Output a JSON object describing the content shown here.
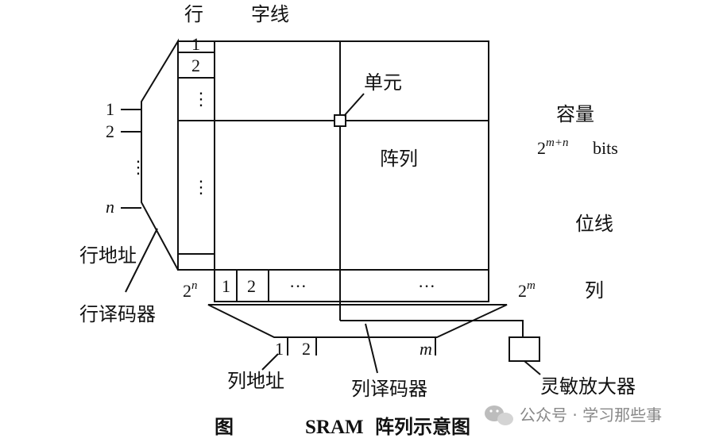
{
  "labels": {
    "row": "行",
    "word_line": "字线",
    "cell": "单元",
    "capacity": "容量",
    "capacity_base": "2",
    "capacity_exp": "m+n",
    "capacity_unit": "bits",
    "array": "阵列",
    "bit_line": "位线",
    "column": "列",
    "row_address": "行地址",
    "row_decoder": "行译码器",
    "col_address": "列地址",
    "col_decoder": "列译码器",
    "sense_amp": "灵敏放大器"
  },
  "row_indices": {
    "one": "1",
    "two": "2",
    "dots": "⋮"
  },
  "row_address_inputs": {
    "one": "1",
    "two": "2",
    "dots": "⋮",
    "n": "n"
  },
  "row_count": {
    "base": "2",
    "exp": "n"
  },
  "column_indices": {
    "one": "1",
    "two": "2",
    "dots_a": "···",
    "dots_b": "···"
  },
  "column_count": {
    "base": "2",
    "exp": "m"
  },
  "col_address_inputs": {
    "one": "1",
    "two": "2",
    "m": "m"
  },
  "caption": {
    "fig": "图",
    "title_latin": "SRAM",
    "title_cn": "阵列示意图"
  },
  "watermark": "公众号 · 学习那些事"
}
